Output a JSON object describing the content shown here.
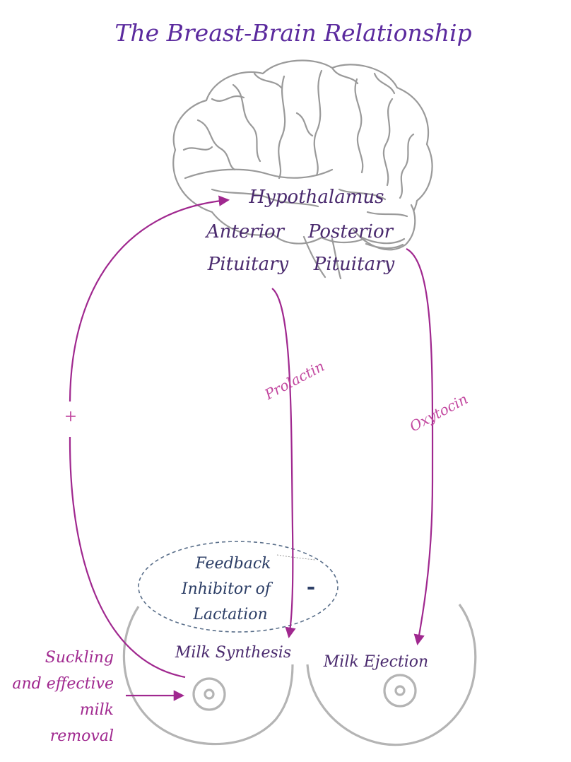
{
  "title": "The Breast-Brain Relationship",
  "brain": {
    "hypothalamus": "Hypothalamus",
    "anterior_line1": "Anterior",
    "anterior_line2": "Pituitary",
    "posterior_line1": "Posterior",
    "posterior_line2": "Pituitary"
  },
  "hormones": {
    "prolactin": "Prolactin",
    "oxytocin": "Oxytocin"
  },
  "signs": {
    "positive": "+",
    "negative": "-"
  },
  "feedback": {
    "line1": "Feedback",
    "line2": "Inhibitor of",
    "line3": "Lactation"
  },
  "breast": {
    "milk_synthesis": "Milk Synthesis",
    "milk_ejection": "Milk Ejection"
  },
  "suckling": {
    "line1": "Suckling",
    "line2": "and effective",
    "line3": "milk",
    "line4": "removal"
  },
  "colors": {
    "title": "#5b2a9e",
    "label": "#4a2a6e",
    "arrow": "#a0288f",
    "hormone": "#c2479f",
    "feedback": "#2c3e66",
    "outline": "#b4b4b4",
    "brain_stroke": "#9a9a9a",
    "brain_fill": "#ffffff"
  }
}
